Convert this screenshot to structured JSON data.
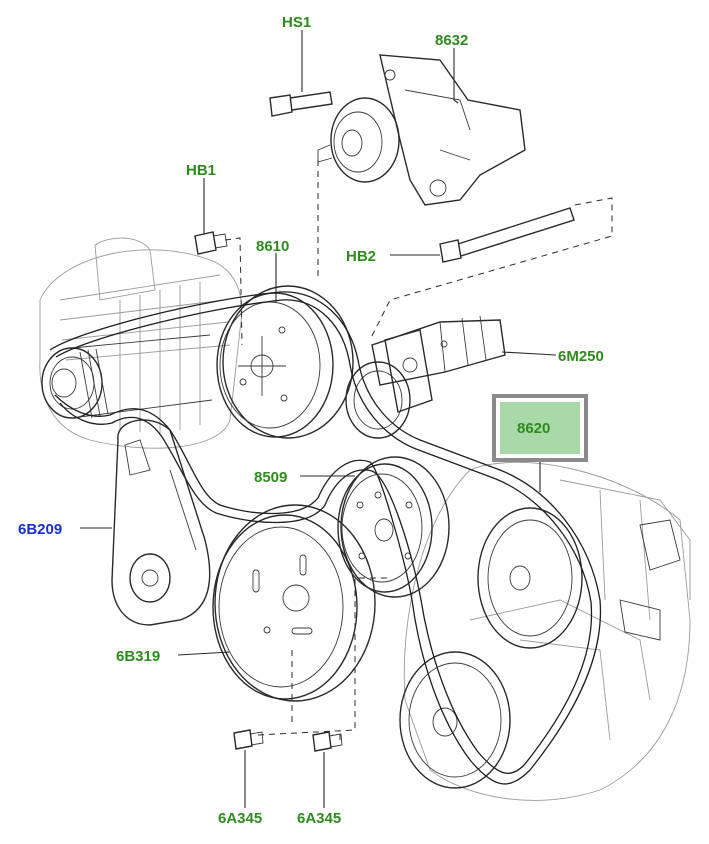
{
  "diagram": {
    "label_color_default": "#2e8b1e",
    "label_color_selected_part": "#1a2fd0",
    "highlight_fill": "#a9d9a9",
    "highlight_border": "#8a8a8a",
    "labels": {
      "hs1": "HS1",
      "p8632": "8632",
      "hb1": "HB1",
      "p8610": "8610",
      "hb2": "HB2",
      "p6m250": "6M250",
      "p8620": "8620",
      "p8509": "8509",
      "p6b209": "6B209",
      "p6b319": "6B319",
      "p6a345_left": "6A345",
      "p6a345_right": "6A345"
    }
  }
}
